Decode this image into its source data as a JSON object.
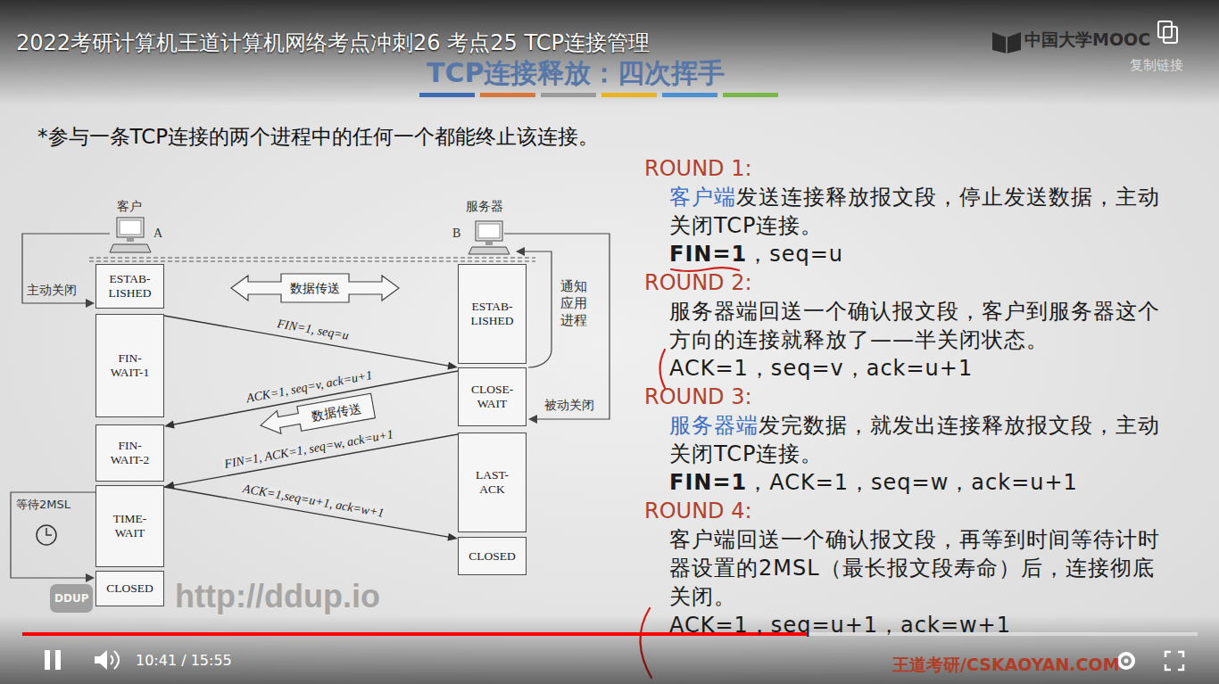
{
  "diagram": {
    "title": "TCP连接释放：四次挥手",
    "nodes": [
      {
        "text": [
          "ESTAB- LISHED"
        ]
      },
      {
        "text": [
          "FIN- WAIT-1"
        ]
      },
      {
        "text": [
          "FIN- WAIT-2"
        ]
      },
      {
        "text": [
          "TIME- WAIT"
        ]
      },
      {
        "text": [
          "CLOSED"
        ]
      },
      {
        "text": [
          "ESTAB- LISHED"
        ]
      },
      {
        "text": [
          "CLOSE- WAIT"
        ]
      },
      {
        "text": [
          "LAST- ACK"
        ]
      },
      {
        "text": [
          "CLOSED"
        ]
      },
      {
        "text": [
          "数据传送"
        ]
      },
      {
        "text": [
          "数据传送"
        ]
      }
    ],
    "edges": [
      {
        "from": 1,
        "to": 6,
        "arrow": "to",
        "label": "FIN=1, seq=u"
      },
      {
        "from": 6,
        "to": 2,
        "arrow": "to",
        "label": "ACK=1, seq=v, ack=u+1"
      },
      {
        "from": 7,
        "to": 3,
        "arrow": "to",
        "label": "FIN=1, ACK=1, seq=w, ack=u+1"
      },
      {
        "from": 3,
        "to": 8,
        "arrow": "to",
        "label": "ACK=1,seq=u+1, ack=w+1"
      }
    ],
    "labels": [
      "2022考研计算机王道计算机网络考点冲刺26 考点25 TCP连接管理",
      "中国大学MOOC",
      "复制链接",
      "*参与一条TCP连接的两个进程中的任何一个都能终止该连接。",
      "客户",
      "A",
      "服务器",
      "B",
      "主动关闭",
      "通知应用进程",
      "被动关闭",
      "等待2MSL",
      "ROUND 1:",
      "客户端",
      "发送连接释放报文段，停止发送数据，主动关闭TCP连接。",
      "FIN=1",
      "，seq=u",
      "ROUND 2:",
      "服务器端回送一个确认报文段，客户到服务器这个方向的连接就释放了——半关闭状态。",
      "ACK=1，seq=v，ack=u+1",
      "ROUND 3:",
      "服务器端",
      "发完数据，就发出连接释放报文段，主动关闭TCP连接。",
      "FIN=1",
      "，ACK=1，seq=w，ack=u+1",
      "ROUND 4:",
      "客户端回送一个确认报文段，再等到时间等待计时器设置的2MSL（最长报文段寿命）后，连接彻底关闭。",
      "ACK=1，seq=u+1，ack=w+1",
      "DDUP",
      "http://ddup.io",
      "10:41 / 15:55",
      "王道考研/CSKAOYAN.COM"
    ]
  }
}
